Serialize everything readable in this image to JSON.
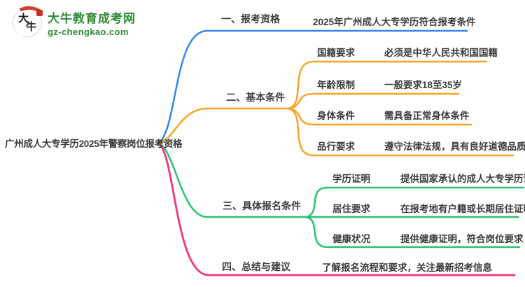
{
  "logo": {
    "icon_text_1": "大",
    "icon_text_2": "牛",
    "site_name": "大牛教育成考网",
    "site_url": "gz-chengkao.com",
    "brand_green": "#2e8b33",
    "seal_red": "#c62f23"
  },
  "root": {
    "label": "广州成人大专学历2025年警察岗位报考资格"
  },
  "branches": [
    {
      "label": "一、报考资格",
      "color": "#2f88ec",
      "children": [
        {
          "label": "2025年广州成人大专学历符合报考条件"
        }
      ]
    },
    {
      "label": "二、基本条件",
      "color": "#f7a623",
      "children": [
        {
          "label": "国籍要求",
          "value": "必须是中华人民共和国国籍"
        },
        {
          "label": "年龄限制",
          "value": "一般要求18至35岁"
        },
        {
          "label": "身体条件",
          "value": "需具备正常身体条件"
        },
        {
          "label": "品行要求",
          "value": "遵守法律法规，具有良好道德品质"
        }
      ]
    },
    {
      "label": "三、具体报名条件",
      "color": "#28c26e",
      "children": [
        {
          "label": "学历证明",
          "value": "提供国家承认的成人大专学历证书"
        },
        {
          "label": "居住要求",
          "value": "在报考地有户籍或长期居住证明"
        },
        {
          "label": "健康状况",
          "value": "提供健康证明，符合岗位要求"
        }
      ]
    },
    {
      "label": "四、总结与建议",
      "color": "#f5347e",
      "children": [
        {
          "label": "了解报名流程和要求，关注最新招考信息"
        }
      ]
    }
  ]
}
